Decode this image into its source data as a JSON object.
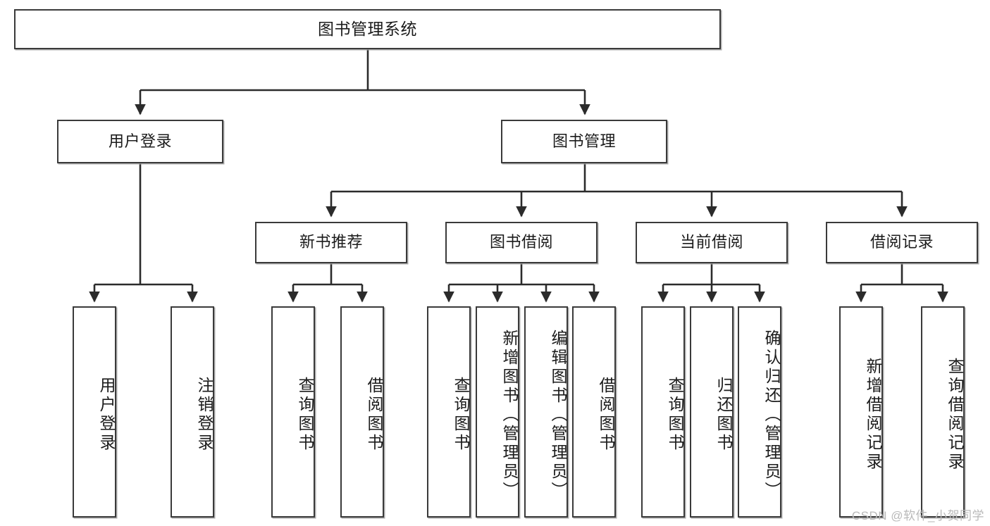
{
  "diagram": {
    "title": "图书管理系统",
    "type": "tree-hierarchy-chart",
    "colors": {
      "box_border": "#3a3a3a",
      "box_fill": "#ffffff",
      "connector": "#2b2b2b",
      "text": "#1b1b1b",
      "watermark": "#b9b9b9"
    },
    "root": {
      "label": "图书管理系统"
    },
    "level2": [
      {
        "id": "user-login",
        "label": "用户登录"
      },
      {
        "id": "book-management",
        "label": "图书管理"
      }
    ],
    "level3": [
      {
        "id": "new-book-recommend",
        "label": "新书推荐"
      },
      {
        "id": "book-borrow",
        "label": "图书借阅"
      },
      {
        "id": "current-borrow",
        "label": "当前借阅"
      },
      {
        "id": "borrow-record",
        "label": "借阅记录"
      }
    ],
    "leaves": {
      "user_login": [
        {
          "id": "leaf-user-login",
          "label": "用户登录"
        },
        {
          "id": "leaf-logout-login",
          "label": "注销登录"
        }
      ],
      "new_book_recommend": [
        {
          "id": "leaf-query-book-1",
          "label": "查询图书"
        },
        {
          "id": "leaf-borrow-book-1",
          "label": "借阅图书"
        }
      ],
      "book_borrow": [
        {
          "id": "leaf-query-book-2",
          "label": "查询图书"
        },
        {
          "id": "leaf-add-book",
          "label": "新增图书（管理员）"
        },
        {
          "id": "leaf-edit-book",
          "label": "编辑图书（管理员）"
        },
        {
          "id": "leaf-borrow-book-2",
          "label": "借阅图书"
        }
      ],
      "current_borrow": [
        {
          "id": "leaf-query-book-3",
          "label": "查询图书"
        },
        {
          "id": "leaf-return-book",
          "label": "归还图书"
        },
        {
          "id": "leaf-confirm-return",
          "label": "确认归还（管理员）"
        }
      ],
      "borrow_record": [
        {
          "id": "leaf-add-borrow-record",
          "label": "新增借阅记录"
        },
        {
          "id": "leaf-query-borrow-record",
          "label": "查询借阅记录"
        }
      ]
    },
    "watermark": "CSDN @软件_小贺同学"
  }
}
